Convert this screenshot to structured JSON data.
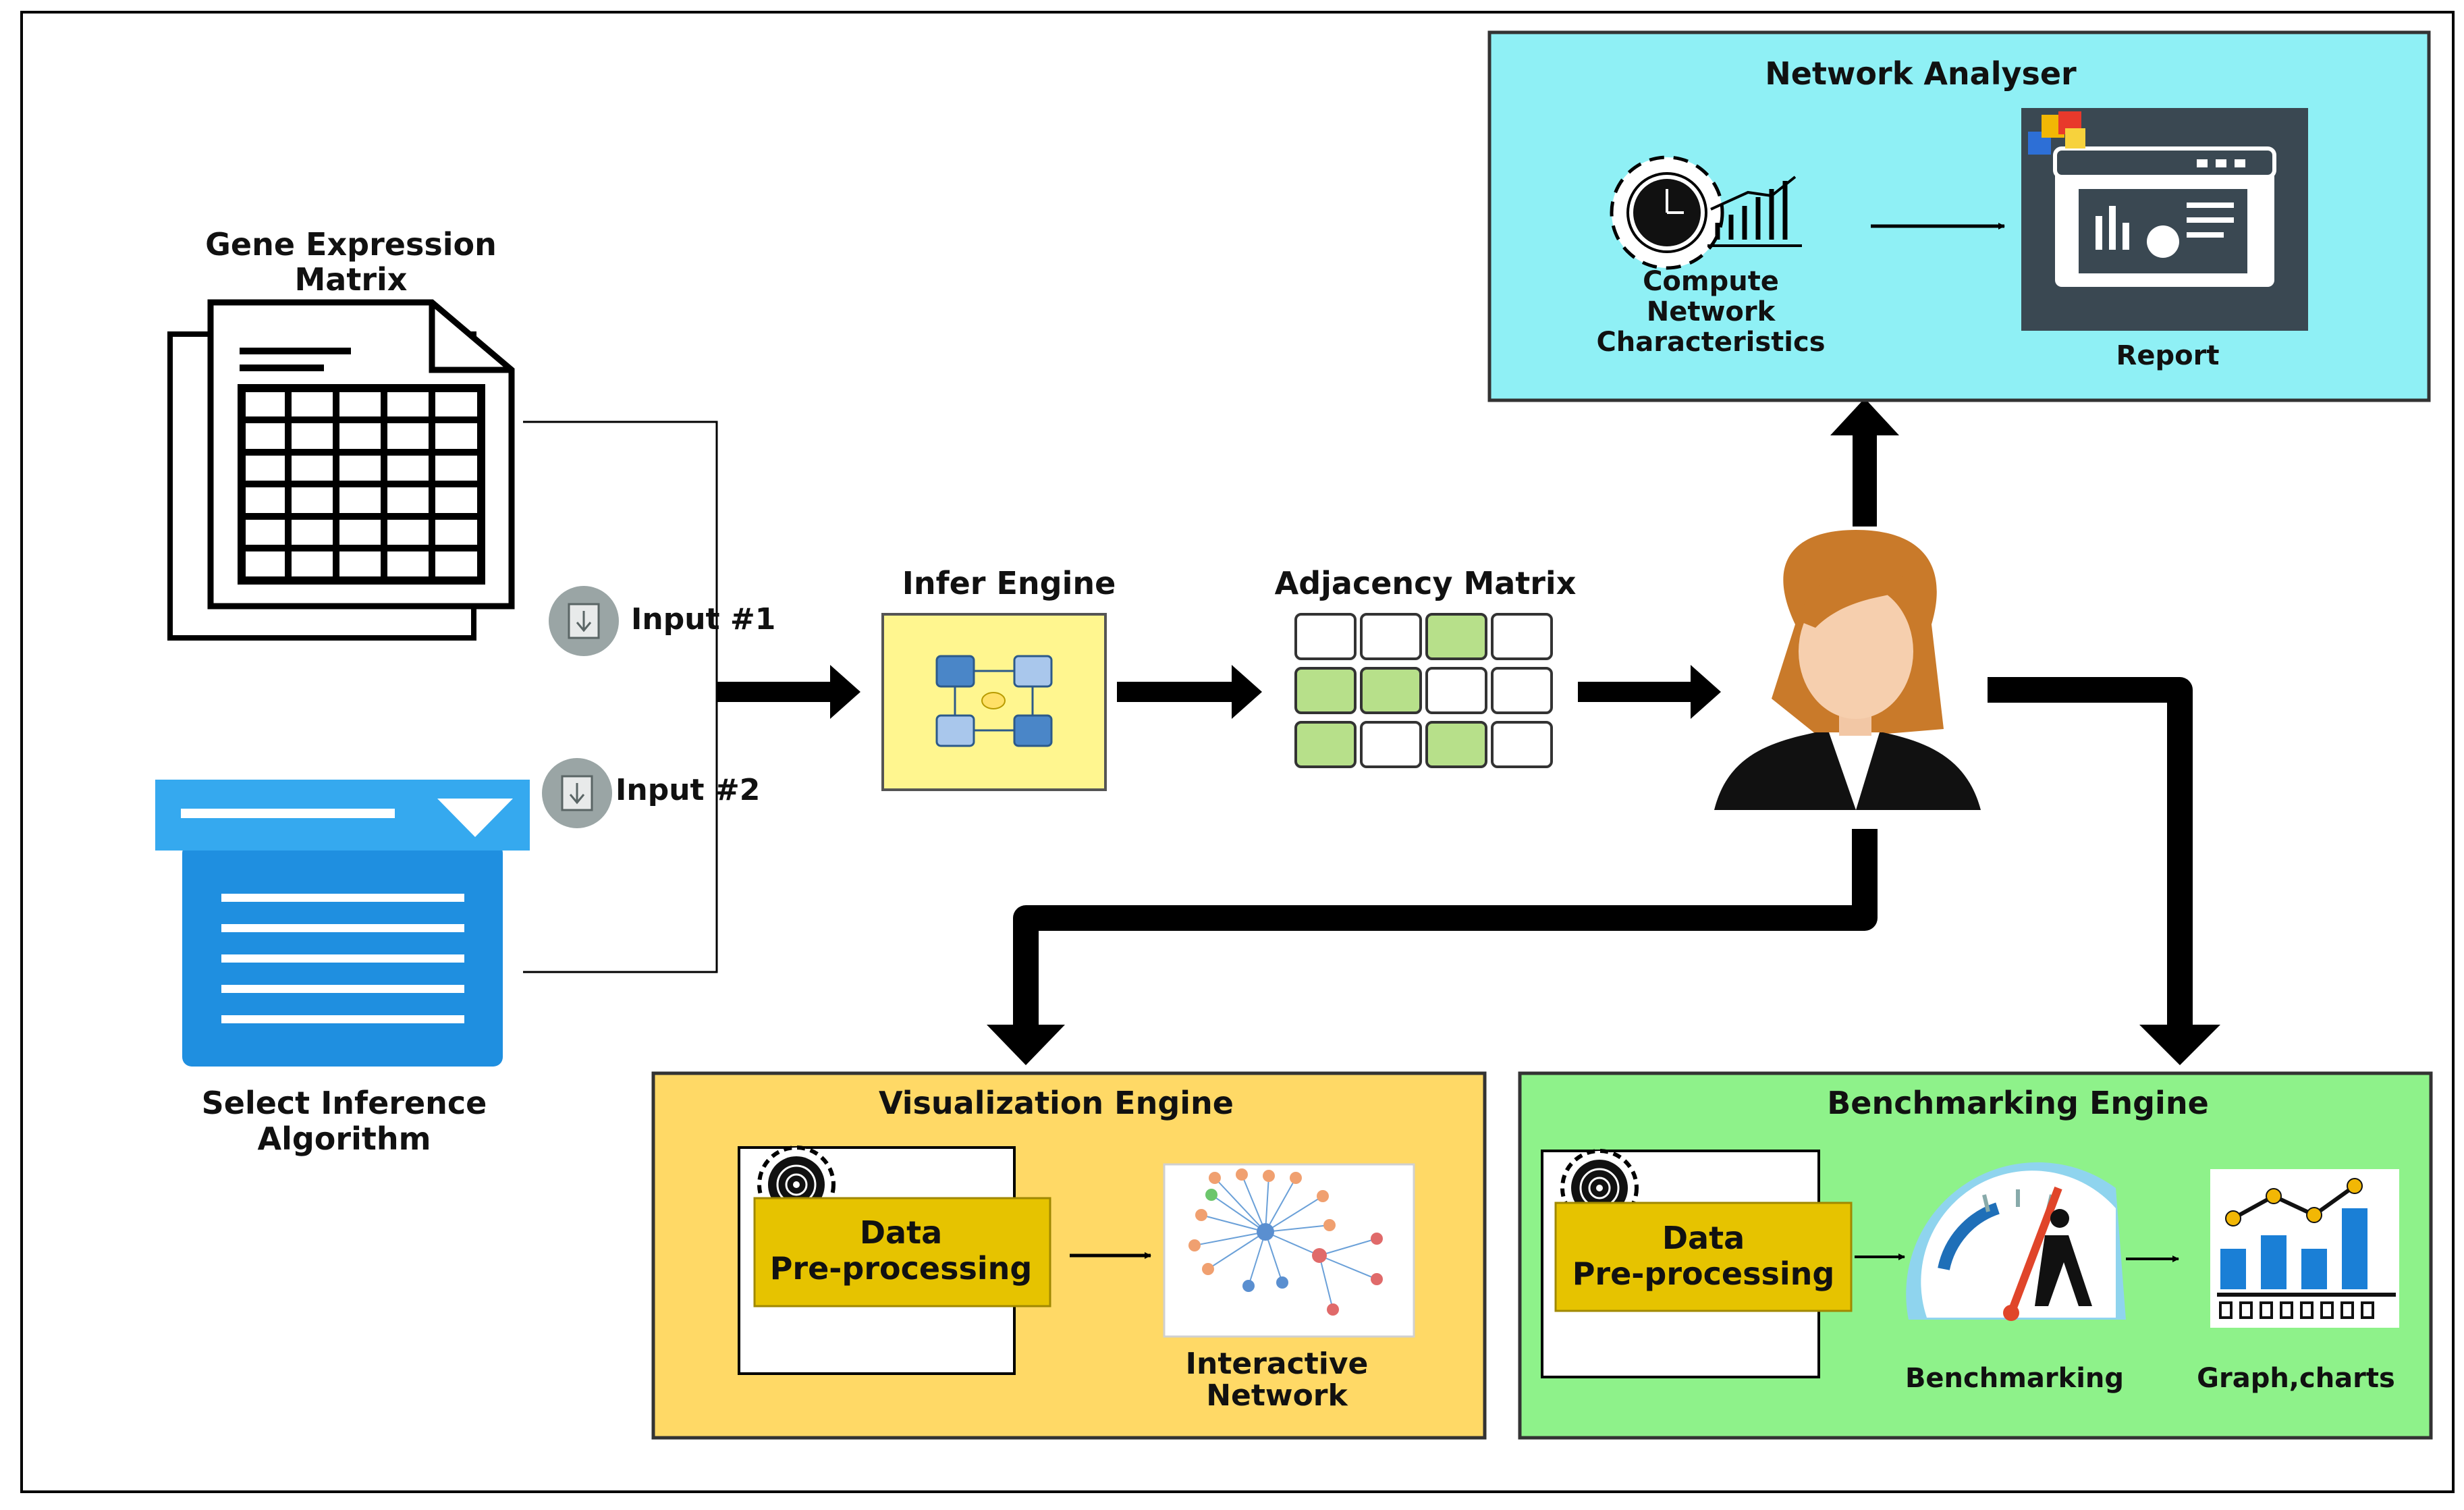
{
  "inputs": {
    "gene_expression_title_line1": "Gene Expression",
    "gene_expression_title_line2": "Matrix",
    "input1_label": "Input #1",
    "input2_label": "Input #2",
    "inference_algorithm_line1": "Select Inference",
    "inference_algorithm_line2": "Algorithm"
  },
  "pipeline": {
    "infer_engine_title": "Infer Engine",
    "adjacency_matrix_title": "Adjacency Matrix",
    "adjacency_cells_highlighted": [
      [
        false,
        false,
        true,
        false
      ],
      [
        true,
        true,
        false,
        false
      ],
      [
        true,
        false,
        true,
        false
      ]
    ]
  },
  "network_analyser": {
    "title": "Network Analyser",
    "compute_line1": "Compute",
    "compute_line2": "Network",
    "compute_line3": "Characteristics",
    "report_label": "Report"
  },
  "visualization_engine": {
    "title": "Visualization Engine",
    "preprocess_line1": "Data",
    "preprocess_line2": "Pre-processing",
    "network_line1": "Interactive",
    "network_line2": "Network"
  },
  "benchmarking_engine": {
    "title": "Benchmarking Engine",
    "preprocess_line1": "Data",
    "preprocess_line2": "Pre-processing",
    "benchmarking_label": "Benchmarking",
    "charts_label": "Graph,charts"
  },
  "colors": {
    "network_analyser_bg": "#8ff0f5",
    "visualization_bg": "#ffd966",
    "benchmarking_bg": "#8ef28a",
    "preprocess_bg": "#e6c300",
    "infer_engine_bg": "#fff68f",
    "matrix_green": "#b7e08a",
    "doc_blue": "#1f8fe0"
  }
}
